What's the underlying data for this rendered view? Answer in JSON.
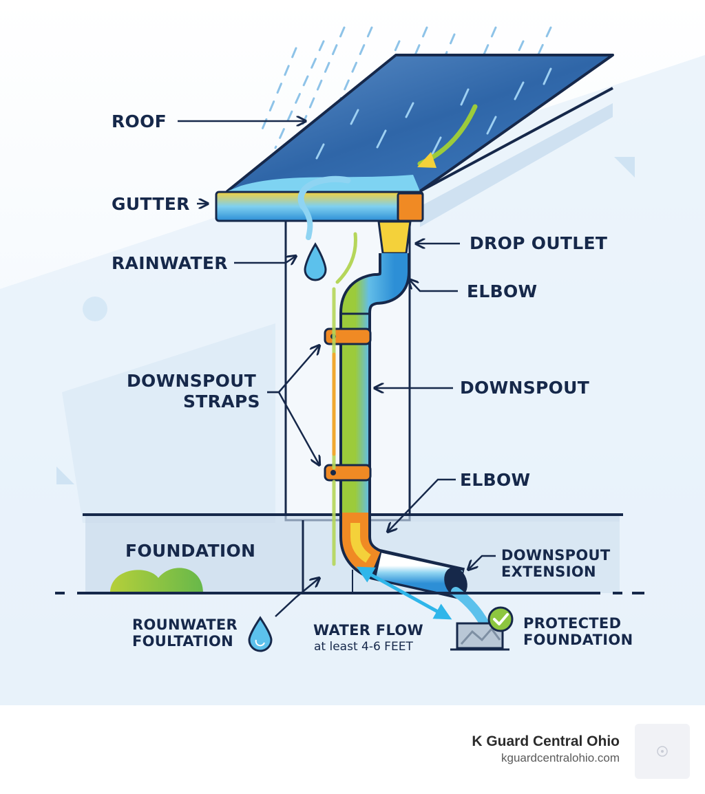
{
  "labels": {
    "roof": "ROOF",
    "gutter": "GUTTER",
    "rainwater": "RAINWATER",
    "drop_outlet": "DROP OUTLET",
    "elbow_top": "ELBOW",
    "downspout_straps_line1": "DOWNSPOUT",
    "downspout_straps_line2": "STRAPS",
    "downspout": "DOWNSPOUT",
    "elbow_bottom": "ELBOW",
    "foundation": "FOUNDATION",
    "downspout_extension_line1": "DOWNSPOUT",
    "downspout_extension_line2": "EXTENSION",
    "rounwater_line1": "ROUNWATER",
    "rounwater_line2": "FOULTATION",
    "water_flow": "WATER FLOW",
    "water_flow_distance": "at least 4-6 FEET",
    "protected_line1": "PROTECTED",
    "protected_line2": "FOUNDATION"
  },
  "footer": {
    "brand": "K Guard Central Ohio",
    "url": "kguardcentralohio.com"
  },
  "icons": [
    "rain-drop-icon",
    "check-icon",
    "arrow-icon",
    "leaf-icon"
  ],
  "colors": {
    "roof": "#2f66a8",
    "gutter": "#42a9e6",
    "orange": "#f08a24",
    "yellow": "#f4d13a",
    "green": "#9ccb3b",
    "outline": "#16284a",
    "water": "#3bbcea"
  }
}
